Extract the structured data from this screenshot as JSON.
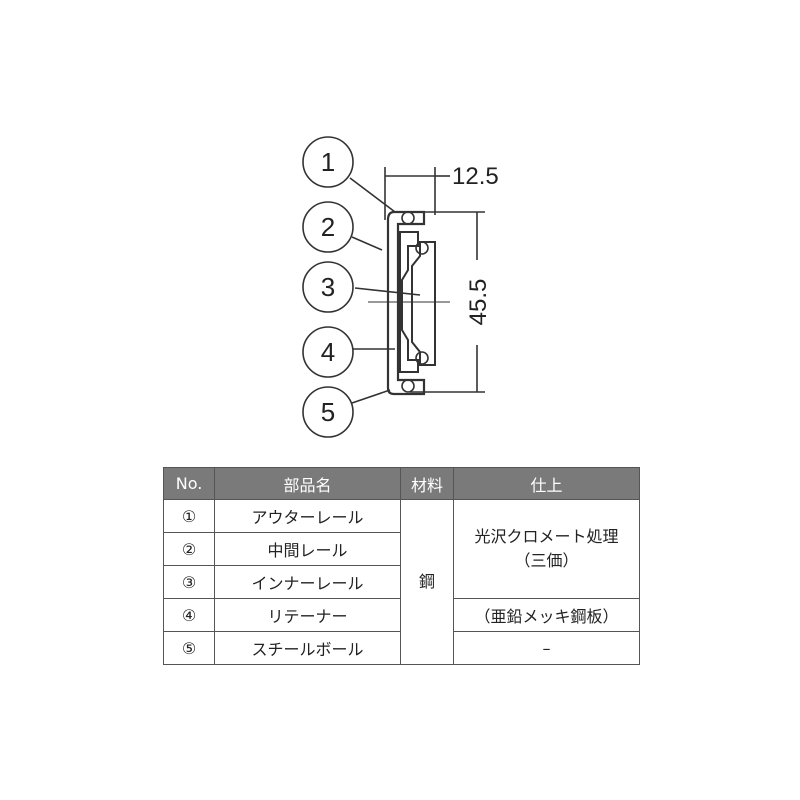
{
  "diagram": {
    "callouts": [
      "1",
      "2",
      "3",
      "4",
      "5"
    ],
    "dimensions": {
      "width": "12.5",
      "height": "45.5"
    }
  },
  "table": {
    "headers": {
      "no": "No.",
      "part_name": "部品名",
      "material": "材料",
      "finish": "仕上"
    },
    "rows": [
      {
        "no": "①",
        "part_name": "アウターレール"
      },
      {
        "no": "②",
        "part_name": "中間レール"
      },
      {
        "no": "③",
        "part_name": "インナーレール"
      },
      {
        "no": "④",
        "part_name": "リテーナー"
      },
      {
        "no": "⑤",
        "part_name": "スチールボール"
      }
    ],
    "material_merged": "鋼",
    "finish_rows_1_3_line1": "光沢クロメート処理",
    "finish_rows_1_3_line2": "（三価）",
    "finish_row_4": "（亜鉛メッキ鋼板）",
    "finish_row_5": "–"
  }
}
